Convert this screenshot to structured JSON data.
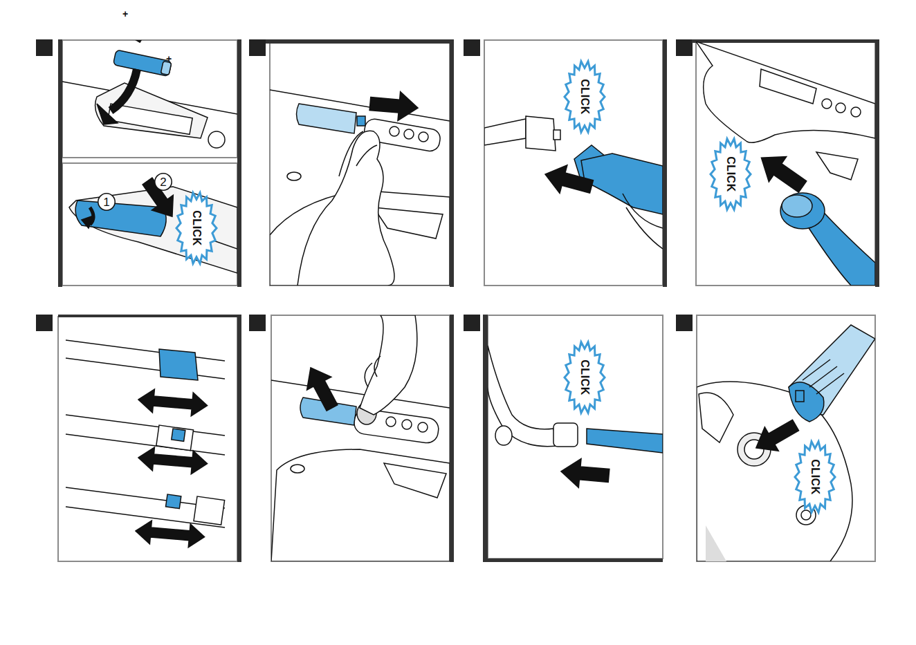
{
  "diagram": {
    "nodes": [
      {
        "text": [
          "1"
        ]
      },
      {
        "text": [
          "2"
        ]
      },
      {
        "text": [
          "CLICK"
        ]
      },
      {
        "text": [
          "CLICK"
        ]
      },
      {
        "text": [
          "CLICK"
        ]
      },
      {
        "text": [
          "CLICK"
        ]
      },
      {
        "text": [
          "CLICK"
        ]
      }
    ],
    "labels": [
      "+",
      "+"
    ]
  }
}
